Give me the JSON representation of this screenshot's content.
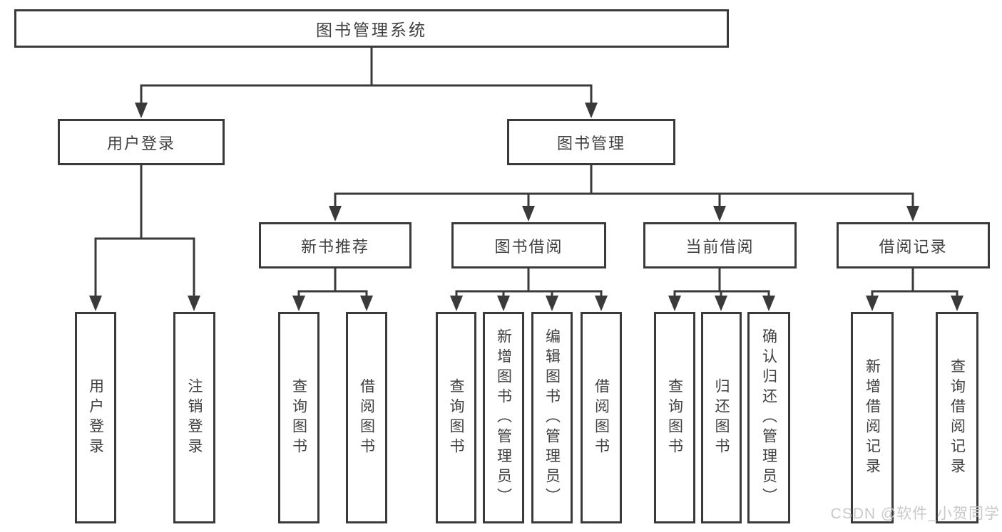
{
  "diagram": {
    "title": "图书管理系统",
    "tree": {
      "label": "图书管理系统",
      "children": [
        {
          "label": "用户登录",
          "children": [
            {
              "label": "用户登录"
            },
            {
              "label": "注销登录"
            }
          ]
        },
        {
          "label": "图书管理",
          "children": [
            {
              "label": "新书推荐",
              "children": [
                {
                  "label": "查询图书"
                },
                {
                  "label": "借阅图书"
                }
              ]
            },
            {
              "label": "图书借阅",
              "children": [
                {
                  "label": "查询图书"
                },
                {
                  "label": "新增图书（管理员）"
                },
                {
                  "label": "编辑图书（管理员）"
                },
                {
                  "label": "借阅图书"
                }
              ]
            },
            {
              "label": "当前借阅",
              "children": [
                {
                  "label": "查询图书"
                },
                {
                  "label": "归还图书"
                },
                {
                  "label": "确认归还（管理员）"
                }
              ]
            },
            {
              "label": "借阅记录",
              "children": [
                {
                  "label": "新增借阅记录"
                },
                {
                  "label": "查询借阅记录"
                }
              ]
            }
          ]
        }
      ]
    },
    "colors": {
      "line": "#3a3a3a",
      "text": "#404040",
      "background": "#ffffff",
      "watermark_color": "#c8c8c8"
    }
  },
  "watermark": {
    "text": "CSDN @软件_小贺同学"
  }
}
